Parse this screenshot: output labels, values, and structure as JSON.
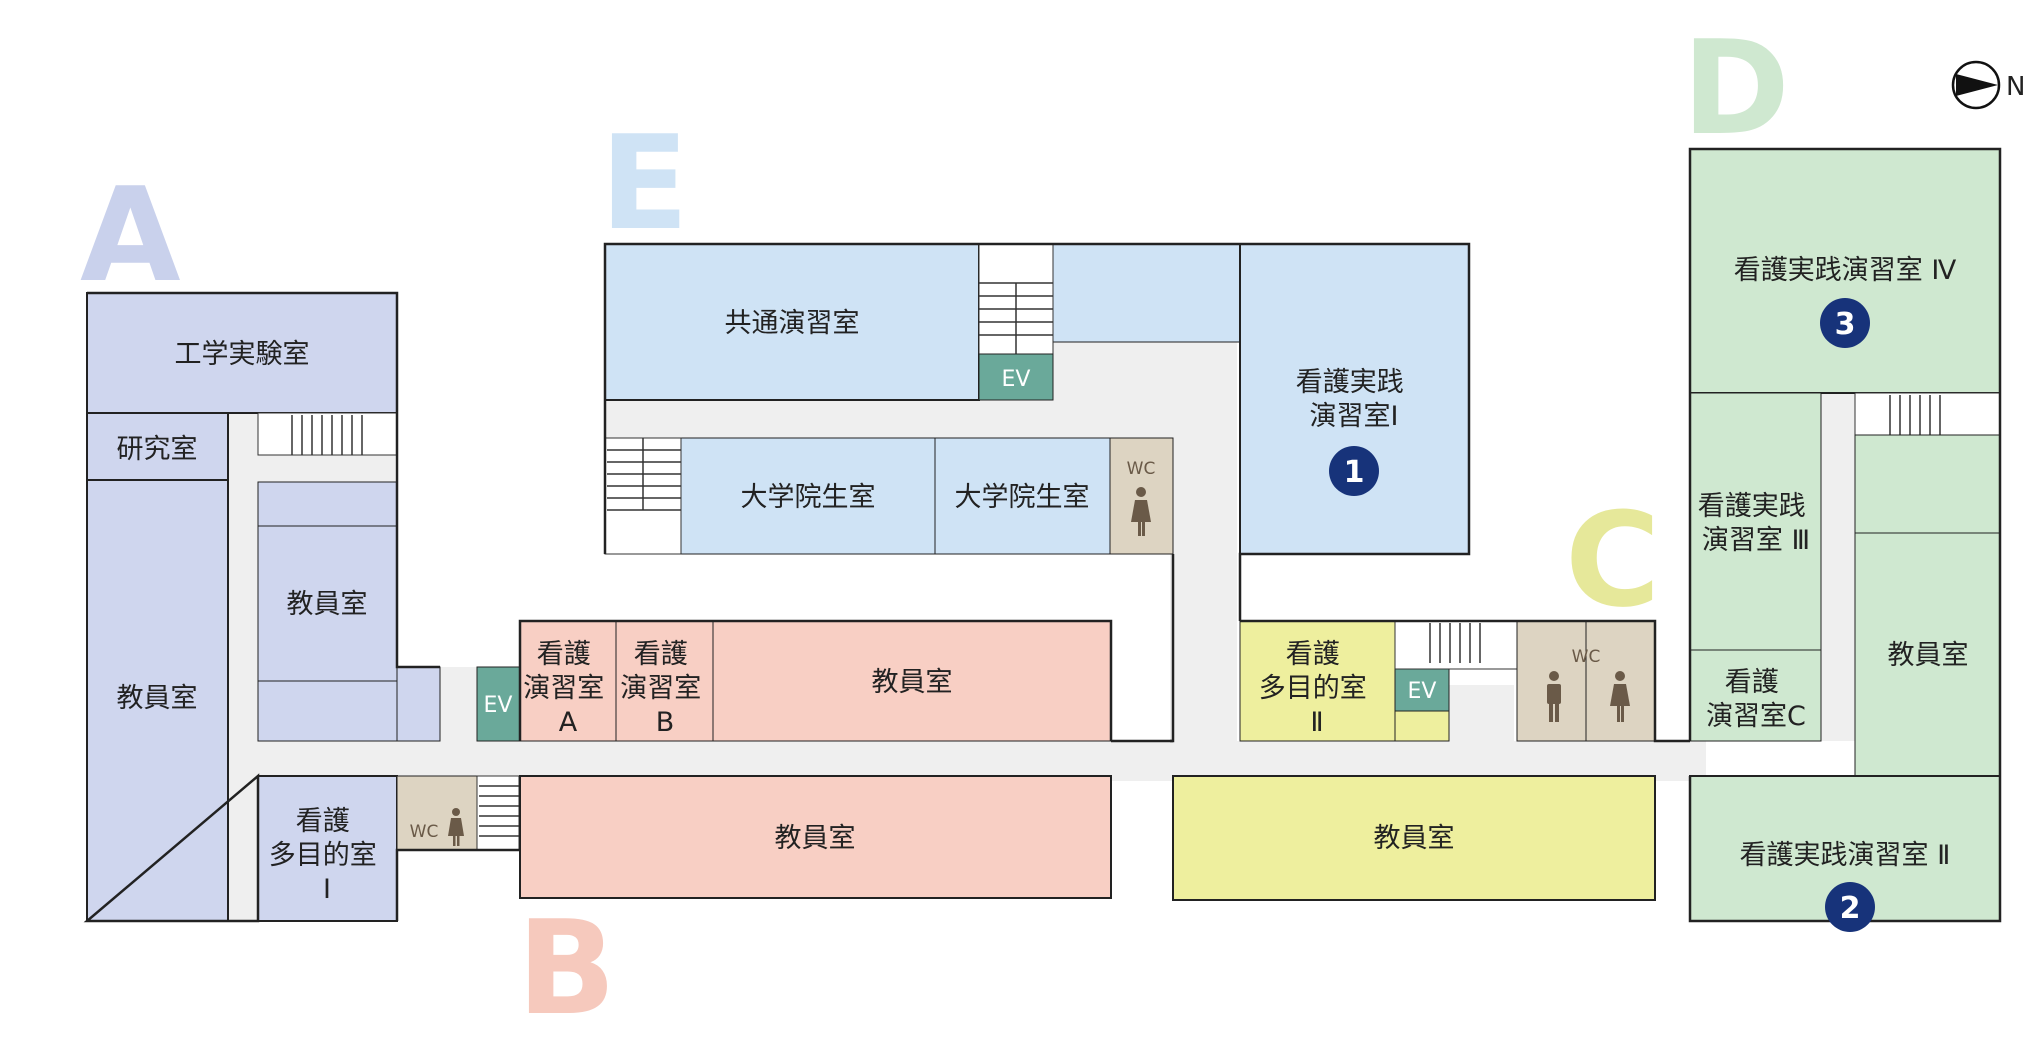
{
  "colors": {
    "wing_a": "#cfd6ee",
    "wing_a_letter": "#c9d1ec",
    "wing_b": "#f8cfc4",
    "wing_b_letter": "#f6c9bd",
    "wing_c": "#eeef9e",
    "wing_c_letter": "#e6e89a",
    "wing_d": "#cfe8d0",
    "wing_d_letter": "#cfe8d0",
    "wing_e": "#cfe3f5",
    "wing_e_letter": "#cfe3f5",
    "corridor": "#efefef",
    "ev": "#6aa99a",
    "wc": "#ddd4c2",
    "wc_icon": "#6a5a48",
    "badge": "#17337a"
  },
  "compass": {
    "label": "N",
    "icon": "north-arrow-icon"
  },
  "wings": {
    "a": "A",
    "b": "B",
    "c": "C",
    "d": "D",
    "e": "E"
  },
  "rooms": {
    "kogaku_jikken": "工学実験室",
    "kenkyu": "研究室",
    "kyoin_a_big": "教員室",
    "kyoin_a_small": "教員室",
    "tamokuteki_1": [
      "看護",
      "多目的室",
      "Ⅰ"
    ],
    "kyotsu_enshu": "共通演習室",
    "daigakuin_1": "大学院生室",
    "daigakuin_2": "大学院生室",
    "jissen_1": [
      "看護実践",
      "演習室Ⅰ"
    ],
    "enshu_a": [
      "看護",
      "演習室",
      "A"
    ],
    "enshu_b": [
      "看護",
      "演習室",
      "B"
    ],
    "kyoin_b_top": "教員室",
    "kyoin_b_bottom": "教員室",
    "tamokuteki_2": [
      "看護",
      "多目的室",
      "Ⅱ"
    ],
    "kyoin_c": "教員室",
    "jissen_4": "看護実践演習室 Ⅳ",
    "jissen_3": [
      "看護実践",
      "演習室 Ⅲ"
    ],
    "enshu_c": [
      "看護",
      "演習室C"
    ],
    "kyoin_d": "教員室",
    "jissen_2": "看護実践演習室 Ⅱ"
  },
  "facilities": {
    "ev": "EV",
    "wc": "WC"
  },
  "badges": {
    "one": "1",
    "two": "2",
    "three": "3"
  }
}
